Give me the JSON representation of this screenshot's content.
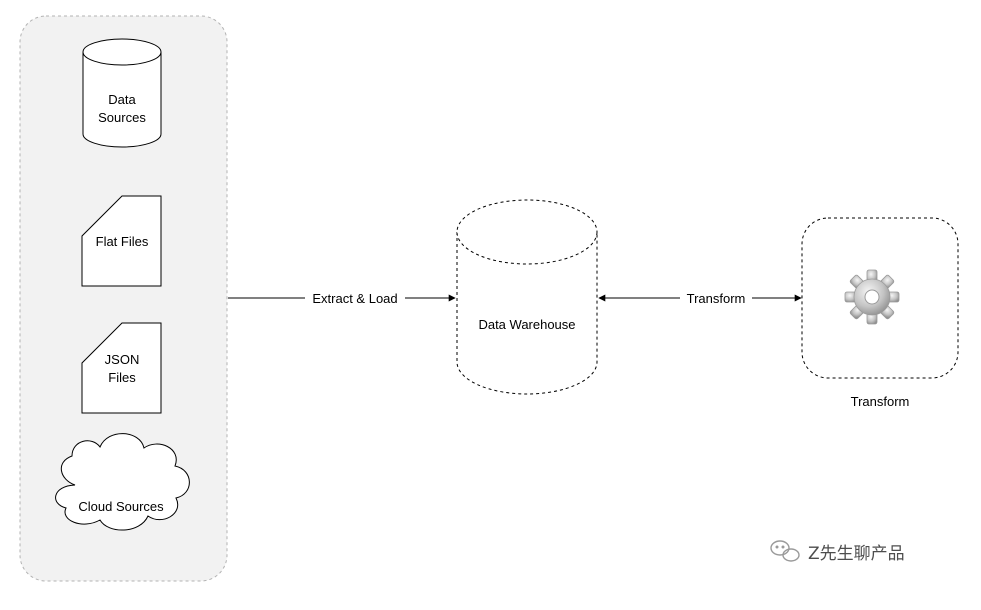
{
  "diagram": {
    "sources": {
      "data_sources": [
        "Data",
        "Sources"
      ],
      "flat_files": "Flat Files",
      "json_files": [
        "JSON",
        "Files"
      ],
      "cloud_sources": "Cloud Sources"
    },
    "edges": {
      "extract_load": "Extract & Load",
      "transform": "Transform"
    },
    "warehouse": "Data Warehouse",
    "transform_node": "Transform",
    "watermark": "Z先生聊产品"
  },
  "colors": {
    "group_fill": "#f2f2f2",
    "group_stroke": "#b3b3b3",
    "line": "#000000",
    "gear": "#bdbdbd"
  }
}
